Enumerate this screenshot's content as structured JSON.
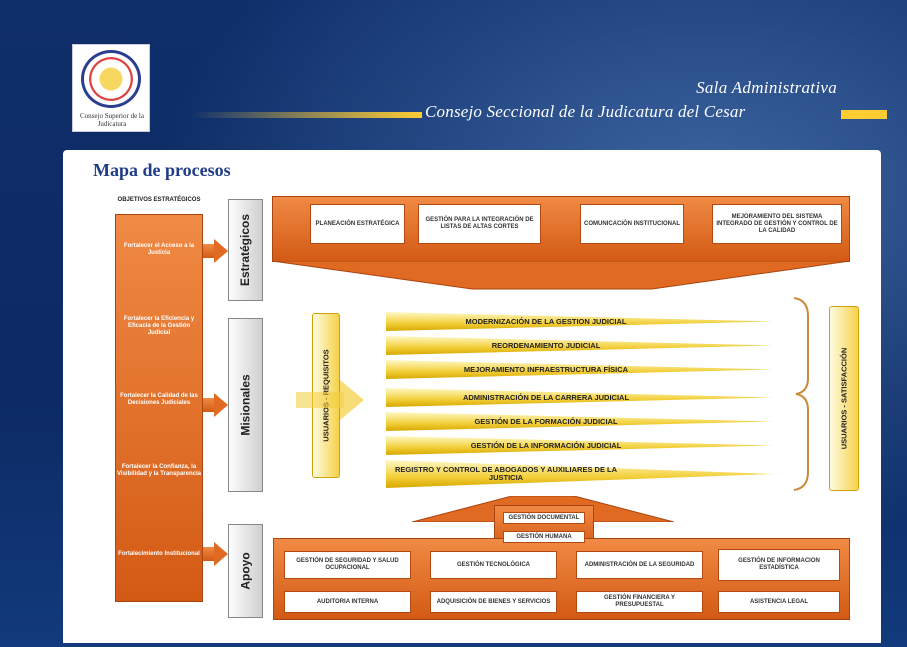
{
  "header": {
    "logo_caption": "Consejo Superior de la Judicatura",
    "title_line1": "Sala Administrativa",
    "title_line2": "Consejo Seccional de la Judicatura del Cesar"
  },
  "map": {
    "title": "Mapa de procesos",
    "objectives_heading": "OBJETIVOS ESTRATÉGICOS",
    "objectives": [
      "Fortalecer el Acceso a la Justicia",
      "Fortalecer la Eficiencia y Eficacia de la Gestión Judicial",
      "Fortalecer la Calidad de las Decisiones Judiciales",
      "Fortalecer la Confianza, la Visibilidad y la Transparencia",
      "Fortalecimiento Institucional"
    ],
    "categories": [
      "Estratégicos",
      "Misionales",
      "Apoyo"
    ],
    "strategic": [
      "PLANEACIÓN ESTRATÉGICA",
      "GESTIÓN PARA LA INTEGRACIÓN DE LISTAS DE ALTAS CORTES",
      "COMUNICACIÓN INSTITUCIONAL",
      "MEJORAMIENTO DEL SISTEMA INTEGRADO DE GESTIÓN Y CONTROL DE LA CALIDAD"
    ],
    "missional": [
      "MODERNIZACIÓN DE LA GESTION JUDICIAL",
      "REORDENAMIENTO JUDICIAL",
      "MEJORAMIENTO INFRAESTRUCTURA FÍSICA",
      "ADMINISTRACIÓN DE LA CARRERA JUDICIAL",
      "GESTIÓN DE LA FORMACIÓN JUDICIAL",
      "GESTIÓN DE LA INFORMACIÓN JUDICIAL",
      "REGISTRO Y CONTROL DE ABOGADOS Y AUXILIARES DE LA JUSTICIA"
    ],
    "input_label": "USUARIOS - REQUISITOS",
    "output_label": "USUARIOS - SATISFACCIÓN",
    "support_top": [
      "GESTIÓN DOCUMENTAL",
      "GESTIÓN HUMANA"
    ],
    "support": [
      "GESTIÓN DE SEGURIDAD Y SALUD OCUPACIONAL",
      "GESTIÓN TECNOLÓGICA",
      "ADMINISTRACIÓN DE LA SEGURIDAD",
      "GESTIÓN DE INFORMACION ESTADÍSTICA",
      "AUDITORIA INTERNA",
      "ADQUISICIÓN DE BIENES Y SERVICIOS",
      "GESTIÓN FINANCIERA Y PRESUPUESTAL",
      "ASISTENCIA LEGAL"
    ]
  },
  "colors": {
    "process_orange": "#e06a22",
    "missional_yellow": "#f3cf3a",
    "title_blue": "#1f3c88",
    "frame_navy": "#0f2f6b"
  }
}
